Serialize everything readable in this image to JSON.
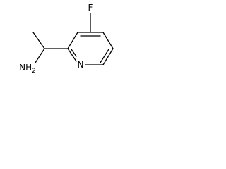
{
  "molecule": {
    "atoms": {
      "fluorine": "F",
      "ring_nitrogen": "N",
      "amine": "NH2"
    }
  }
}
